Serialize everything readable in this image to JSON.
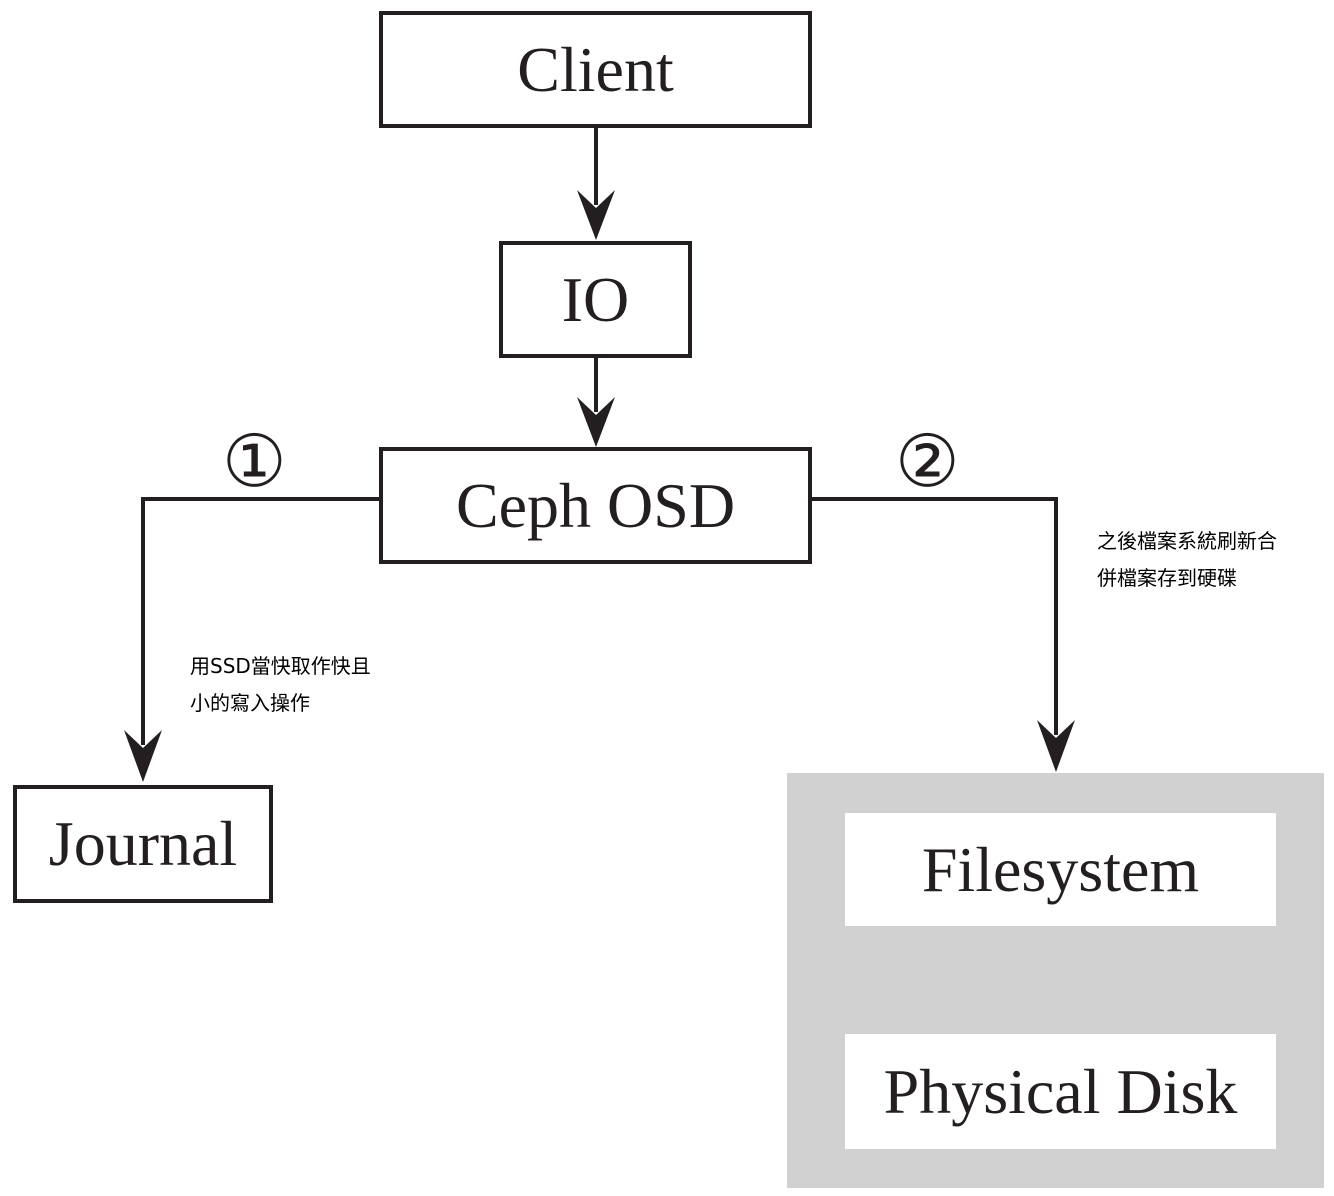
{
  "nodes": {
    "client": "Client",
    "io": "IO",
    "ceph_osd": "Ceph OSD",
    "journal": "Journal",
    "filesystem": "Filesystem",
    "physical_disk": "Physical Disk"
  },
  "steps": {
    "step1": "①",
    "step2": "②"
  },
  "notes": {
    "journal_line1": "用SSD當快取作快且",
    "journal_line2": "小的寫入操作",
    "disk_line1": "之後檔案系統刷新合",
    "disk_line2": "併檔案存到硬碟"
  },
  "colors": {
    "stroke": "#231f20",
    "storage_group_fill": "#d1d1d1",
    "background": "#ffffff"
  }
}
